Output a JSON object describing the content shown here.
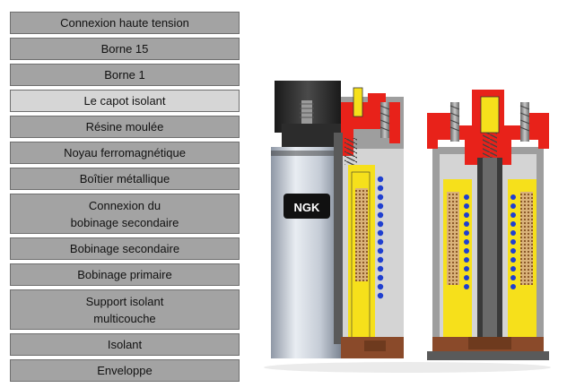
{
  "menu": {
    "items": [
      {
        "label": "Connexion haute tension",
        "selected": false
      },
      {
        "label": "Borne 15",
        "selected": false
      },
      {
        "label": "Borne 1",
        "selected": false
      },
      {
        "label": "Le capot isolant",
        "selected": true
      },
      {
        "label": "Résine moulée",
        "selected": false
      },
      {
        "label": "Noyau ferromagnétique",
        "selected": false
      },
      {
        "label": "Boîtier métallique",
        "selected": false
      },
      {
        "label": "Connexion du\nbobinage secondaire",
        "selected": false
      },
      {
        "label": "Bobinage secondaire",
        "selected": false
      },
      {
        "label": "Bobinage primaire",
        "selected": false
      },
      {
        "label": "Support isolant\nmulticouche",
        "selected": false
      },
      {
        "label": "Isolant",
        "selected": false
      },
      {
        "label": "Enveloppe",
        "selected": false
      }
    ]
  },
  "illustration": {
    "brand_label": "NGK"
  },
  "colors": {
    "button_bg": "#a3a3a3",
    "button_selected_bg": "#d6d6d6",
    "cap_red": "#e8221a",
    "resin_yellow": "#f6e01b",
    "core_dark": "#3a3a3a",
    "base_brown": "#8a4a2a",
    "winding_blue": "#1f3fd0",
    "winding_tan": "#d9b27a"
  }
}
